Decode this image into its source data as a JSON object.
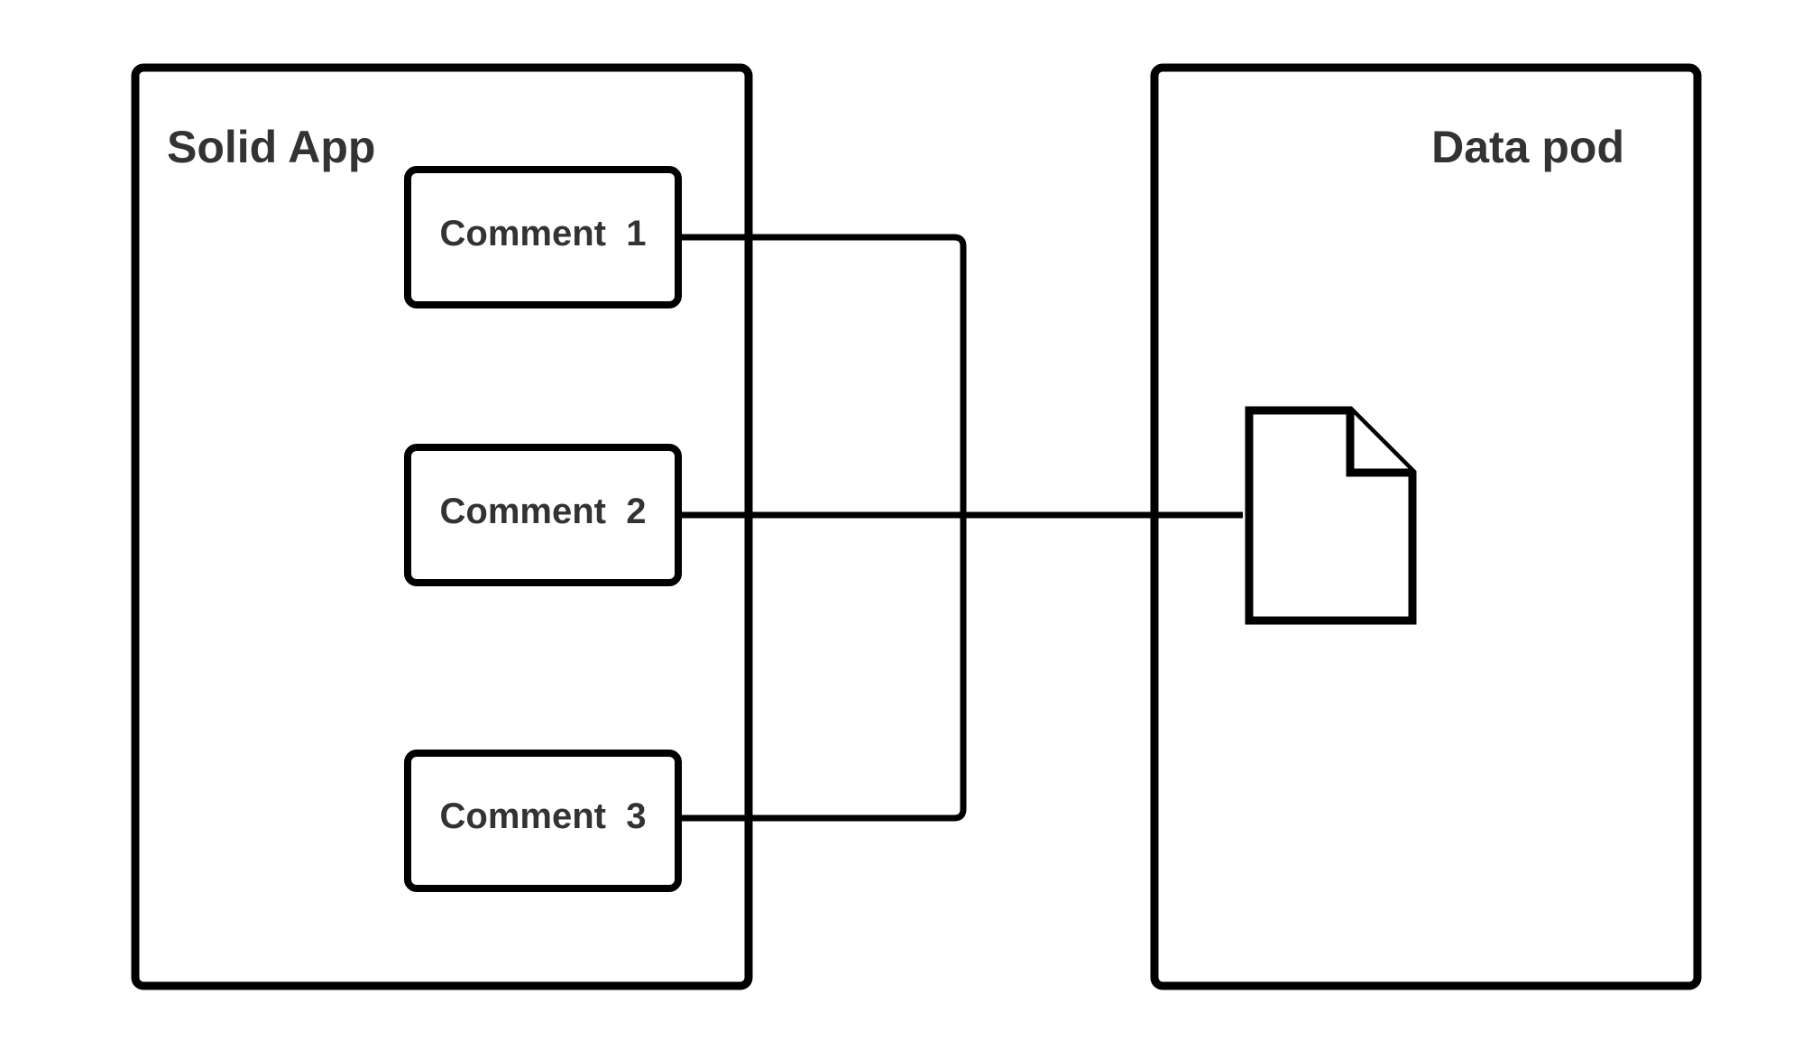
{
  "app_panel": {
    "title": "Solid App",
    "comments": [
      {
        "label": "Comment  1"
      },
      {
        "label": "Comment  2"
      },
      {
        "label": "Comment  3"
      }
    ]
  },
  "pod_panel": {
    "title": "Data pod",
    "document_icon": "document-icon"
  },
  "colors": {
    "stroke": "#000000",
    "text": "#333333",
    "background": "#ffffff"
  }
}
